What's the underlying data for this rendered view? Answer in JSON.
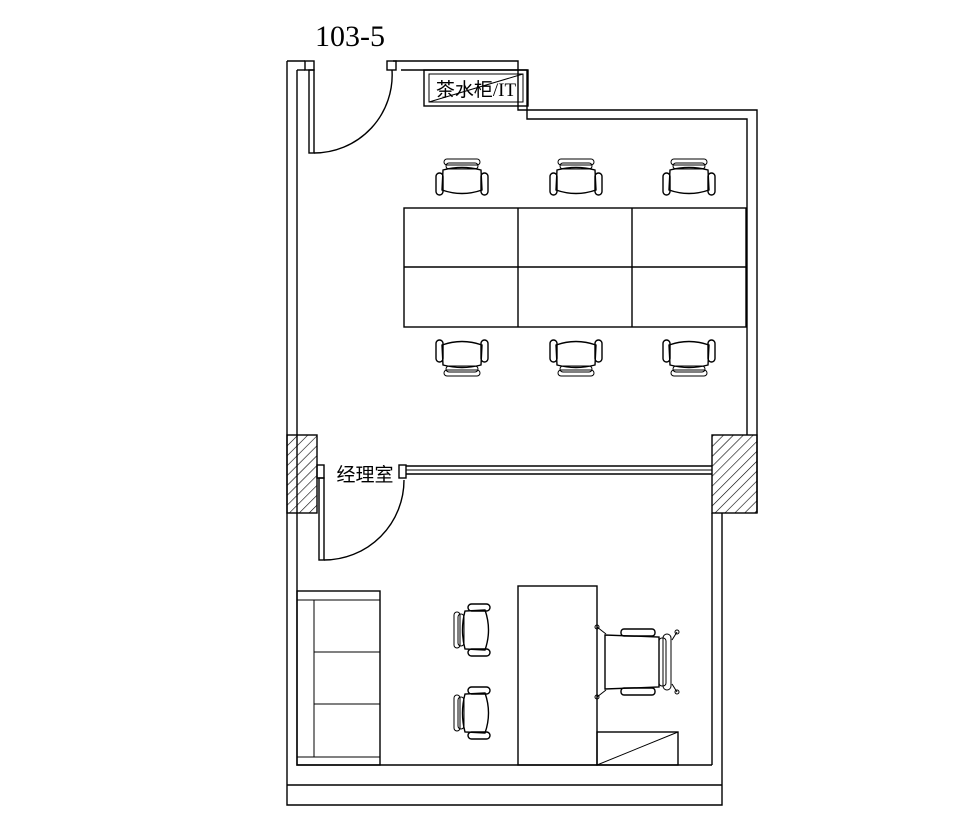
{
  "unit_label": "103-5",
  "rooms": [
    {
      "key": "pantry_it",
      "label": "茶水柜/IT"
    },
    {
      "key": "manager_office",
      "label": "经理室"
    }
  ],
  "furniture_counts": {
    "open_office_chairs": 6,
    "open_office_desk_modules": 6,
    "office_sofa_seats": 3,
    "office_guest_chairs": 2,
    "office_desk_chairs": 1
  }
}
